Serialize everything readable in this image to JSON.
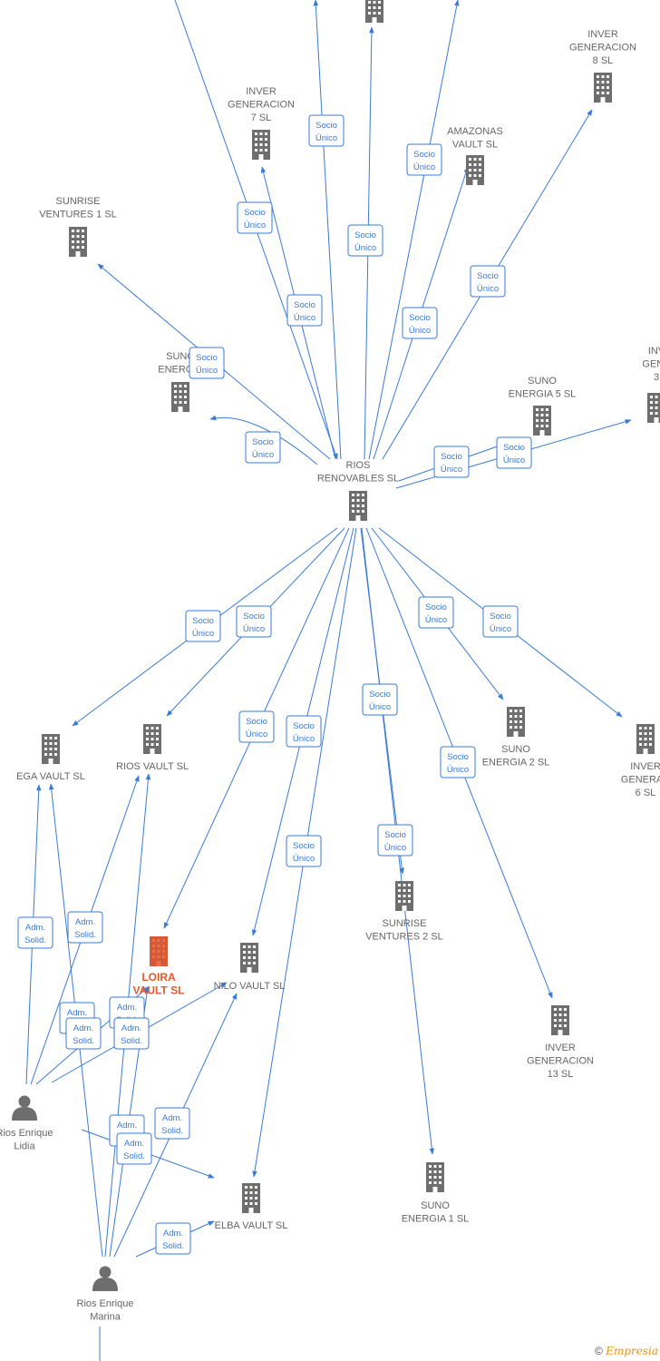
{
  "colors": {
    "edge": "#3a7bd5",
    "company": "#6e6e6e",
    "focus": "#e8562a",
    "person": "#6e6e6e"
  },
  "nodes": [
    {
      "id": "rios-renovables",
      "type": "company",
      "label": [
        "RIOS",
        "RENOVABLES SL"
      ]
    },
    {
      "id": "inver-gen-7",
      "type": "company",
      "label": [
        "INVER",
        "GENERACION",
        "7  SL"
      ]
    },
    {
      "id": "inver-gen-8",
      "type": "company",
      "label": [
        "INVER",
        "GENERACION",
        "8  SL"
      ]
    },
    {
      "id": "amazonas-vault",
      "type": "company",
      "label": [
        "AMAZONAS",
        "VAULT  SL"
      ]
    },
    {
      "id": "sunrise-ventures-1",
      "type": "company",
      "label": [
        "SUNRISE",
        "VENTURES 1  SL"
      ]
    },
    {
      "id": "suno-energia-left",
      "type": "company",
      "label": [
        "SUNO",
        "ENERGIA"
      ]
    },
    {
      "id": "suno-energia-5",
      "type": "company",
      "label": [
        "SUNO",
        "ENERGIA 5  SL"
      ]
    },
    {
      "id": "inver-gen-3",
      "type": "company",
      "label": [
        "INV",
        "GENE",
        "3"
      ]
    },
    {
      "id": "ega-vault",
      "type": "company",
      "label": [
        "EGA VAULT  SL"
      ]
    },
    {
      "id": "rios-vault",
      "type": "company",
      "label": [
        "RIOS VAULT  SL"
      ]
    },
    {
      "id": "suno-energia-2",
      "type": "company",
      "label": [
        "SUNO",
        "ENERGIA 2  SL"
      ]
    },
    {
      "id": "inver-gen-6",
      "type": "company",
      "label": [
        "INVER",
        "GENERAC",
        "6  SL"
      ]
    },
    {
      "id": "loira-vault",
      "type": "focus",
      "label": [
        "LOIRA",
        "VAULT  SL"
      ]
    },
    {
      "id": "nilo-vault",
      "type": "company",
      "label": [
        "NILO VAULT  SL"
      ]
    },
    {
      "id": "sunrise-ventures-2",
      "type": "company",
      "label": [
        "SUNRISE",
        "VENTURES 2  SL"
      ]
    },
    {
      "id": "inver-gen-13",
      "type": "company",
      "label": [
        "INVER",
        "GENERACION",
        "13  SL"
      ]
    },
    {
      "id": "elba-vault",
      "type": "company",
      "label": [
        "ELBA VAULT  SL"
      ]
    },
    {
      "id": "suno-energia-1",
      "type": "company",
      "label": [
        "SUNO",
        "ENERGIA 1  SL"
      ]
    },
    {
      "id": "rios-enrique-lidia",
      "type": "person",
      "label": [
        "Rios Enrique",
        "Lidia"
      ]
    },
    {
      "id": "rios-enrique-marina",
      "type": "person",
      "label": [
        "Rios Enrique",
        "Marina"
      ]
    },
    {
      "id": "top-company",
      "type": "company",
      "label": []
    }
  ],
  "relation_labels": {
    "socio": [
      "Socio",
      "Único"
    ],
    "adm": [
      "Adm.",
      "Solid."
    ]
  },
  "footer": {
    "copyright": "©",
    "brand": "Empresia"
  }
}
